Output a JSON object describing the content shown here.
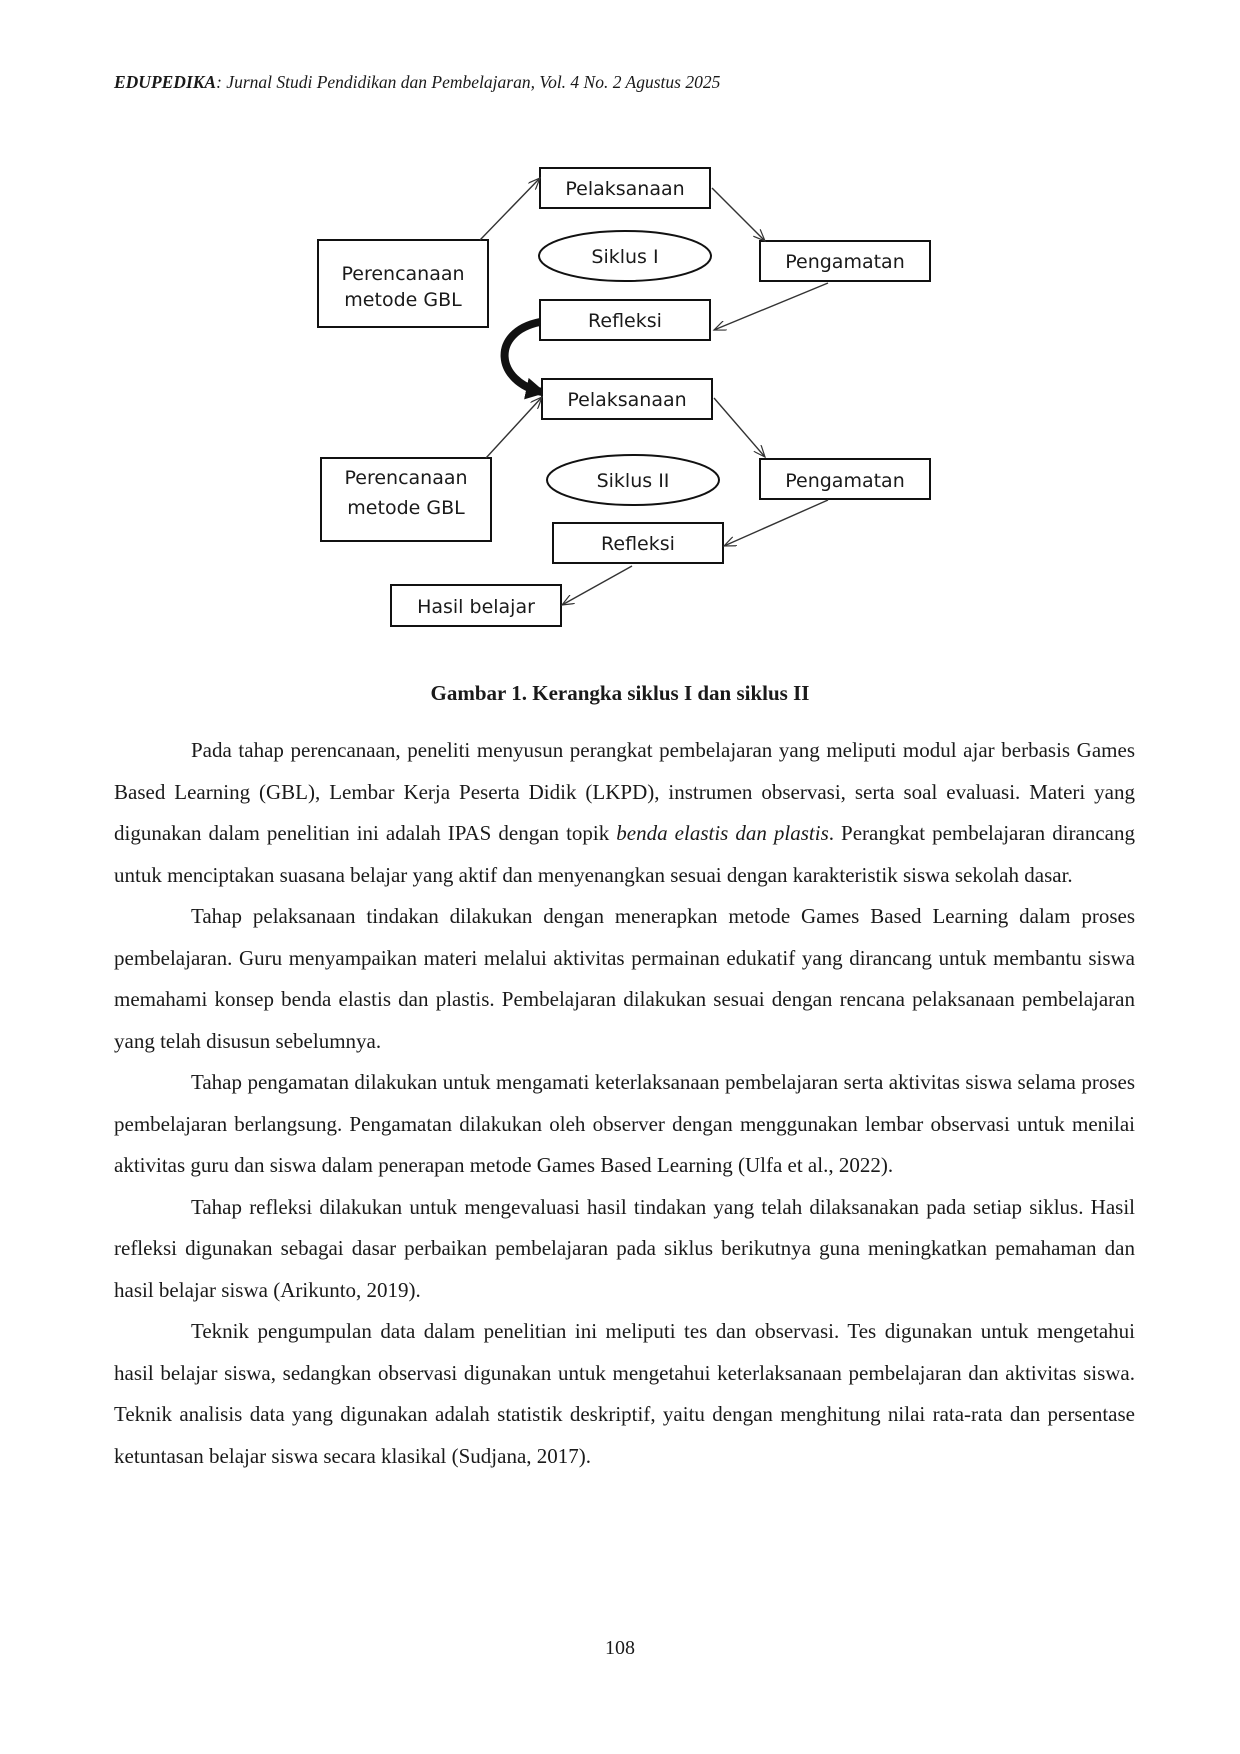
{
  "header": {
    "journal_name": "EDUPEDIKA",
    "journal_rest": ": Jurnal Studi Pendidikan dan Pembelajaran, Vol. 4 No. 2 Agustus 2025"
  },
  "figure": {
    "cycle1": {
      "planning": [
        "Perencanaan",
        "metode GBL"
      ],
      "implementation": "Pelaksanaan",
      "cycle_label": "Siklus I",
      "observation": "Pengamatan",
      "reflection": "Refleksi"
    },
    "cycle2": {
      "planning": [
        "Perencanaan",
        "metode GBL"
      ],
      "implementation": "Pelaksanaan",
      "cycle_label": "Siklus II",
      "observation": "Pengamatan",
      "reflection": "Refleksi"
    },
    "result": "Hasil belajar",
    "caption": "Gambar 1. Kerangka siklus I dan siklus II"
  },
  "paragraphs": [
    {
      "before": "Pada tahap perencanaan, peneliti menyusun perangkat pembelajaran yang meliputi modul ajar berbasis Games Based Learning (GBL), Lembar Kerja Peserta Didik (LKPD), instrumen observasi, serta soal evaluasi. Materi yang digunakan dalam penelitian ini adalah IPAS dengan topik ",
      "italic": "benda elastis dan plastis",
      "after": ". Perangkat pembelajaran dirancang untuk menciptakan suasana belajar yang aktif dan menyenangkan sesuai dengan karakteristik siswa sekolah dasar."
    },
    {
      "text": "Tahap pelaksanaan tindakan dilakukan dengan menerapkan metode Games Based Learning dalam proses pembelajaran. Guru menyampaikan materi melalui aktivitas permainan edukatif yang dirancang untuk membantu siswa memahami konsep benda elastis dan plastis. Pembelajaran dilakukan sesuai dengan rencana pelaksanaan pembelajaran yang telah disusun sebelumnya."
    },
    {
      "text": "Tahap pengamatan dilakukan untuk mengamati keterlaksanaan pembelajaran serta aktivitas siswa selama proses pembelajaran berlangsung. Pengamatan dilakukan oleh observer dengan menggunakan lembar observasi untuk menilai aktivitas guru dan siswa dalam penerapan metode Games Based Learning (Ulfa et al., 2022)."
    },
    {
      "text": "Tahap refleksi dilakukan untuk mengevaluasi hasil tindakan yang telah dilaksanakan pada setiap siklus. Hasil refleksi digunakan sebagai dasar perbaikan pembelajaran pada siklus berikutnya guna meningkatkan pemahaman dan hasil belajar siswa (Arikunto, 2019)."
    },
    {
      "text": "Teknik pengumpulan data dalam penelitian ini meliputi tes dan observasi. Tes digunakan untuk mengetahui hasil belajar siswa, sedangkan observasi digunakan untuk mengetahui keterlaksanaan pembelajaran dan aktivitas siswa. Teknik analisis data yang digunakan adalah statistik deskriptif, yaitu dengan menghitung nilai rata-rata dan persentase ketuntasan belajar siswa secara klasikal (Sudjana, 2017)."
    }
  ],
  "page_number": "108"
}
